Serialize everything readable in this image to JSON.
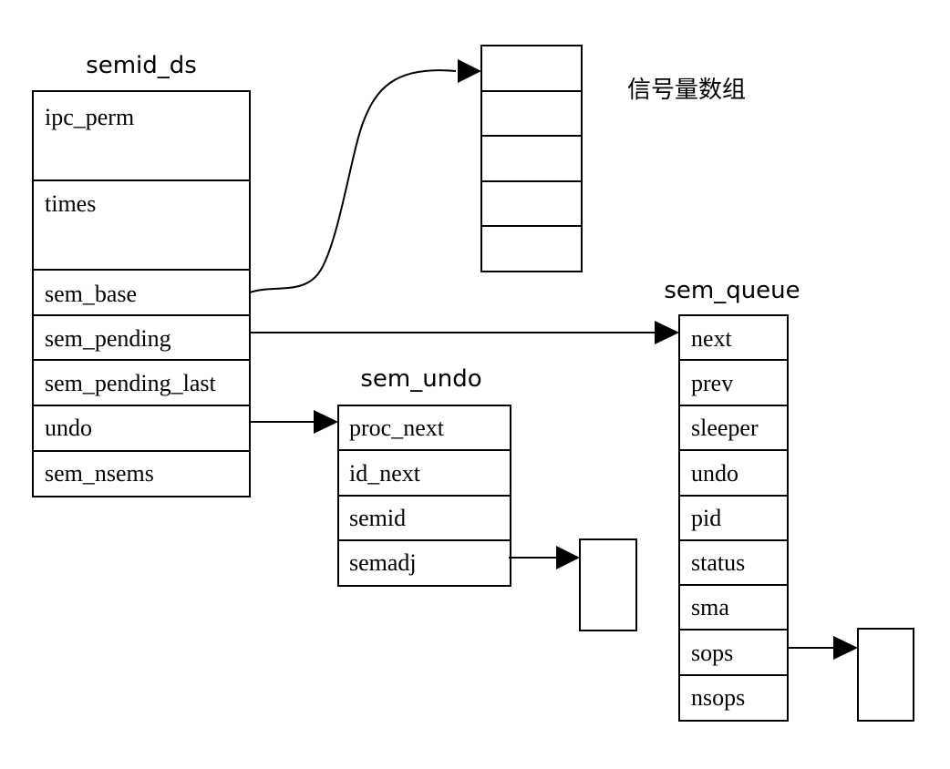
{
  "semid_ds": {
    "title": "semid_ds",
    "fields": [
      "ipc_perm",
      "times",
      "sem_base",
      "sem_pending",
      "sem_pending_last",
      "undo",
      "sem_nsems"
    ]
  },
  "sem_array": {
    "label": "信号量数组"
  },
  "sem_undo": {
    "title": "sem_undo",
    "fields": [
      "proc_next",
      "id_next",
      "semid",
      "semadj"
    ]
  },
  "sem_queue": {
    "title": "sem_queue",
    "fields": [
      "next",
      "prev",
      "sleeper",
      "undo",
      "pid",
      "status",
      "sma",
      "sops",
      "nsops"
    ]
  }
}
